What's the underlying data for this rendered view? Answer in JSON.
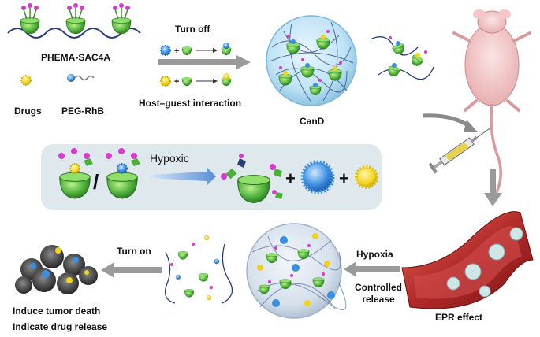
{
  "labels": {
    "polymer": "PHEMA-SAC4A",
    "turn_off": "Turn off",
    "drugs": "Drugs",
    "peg_rhb": "PEG-RhB",
    "host_guest": "Host–guest interaction",
    "cand": "CanD",
    "hypoxic": "Hypoxic",
    "turn_on": "Turn on",
    "hypoxia": "Hypoxia",
    "controlled_release": "Controlled release",
    "epr_effect": "EPR effect",
    "induce_death": "Induce tumor death",
    "indicate_release": "Indicate drug release"
  },
  "colors": {
    "host_green": "#4caf3a",
    "drug_yellow": "#f2d21b",
    "dye_blue": "#3b8fe0",
    "guest_pink": "#d63bd0",
    "arrow_gray": "#9a9a9a",
    "panel_bg": "#dfe8ec",
    "vessel_red": "#b32a2a",
    "polymer_navy": "#2a3d7a"
  }
}
